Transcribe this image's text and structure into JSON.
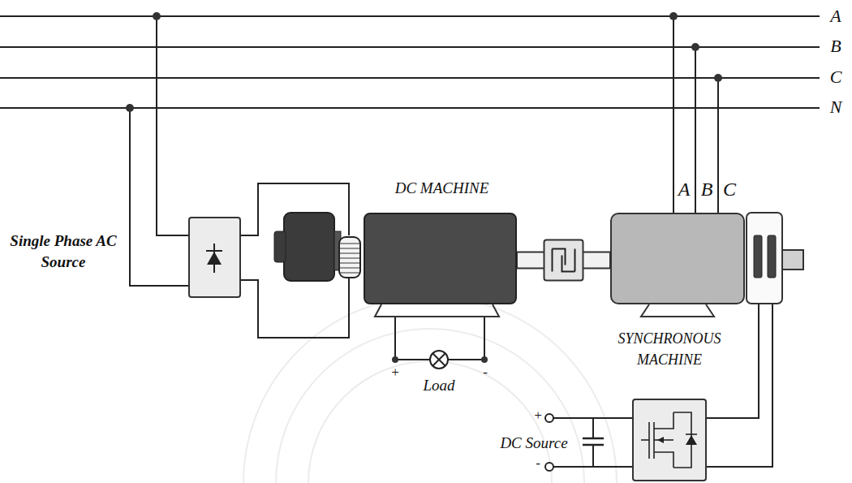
{
  "diagram": {
    "nodes": [
      {
        "text": [
          "DC MACHINE"
        ]
      },
      {
        "text": [
          "SYNCHRONOUS MACHINE"
        ]
      }
    ],
    "edges": [
      {
        "from": 0,
        "to": 1,
        "arrow": "none"
      }
    ],
    "labels": [
      "A",
      "B",
      "C",
      "N",
      "Single Phase AC Source",
      "A",
      "B",
      "C",
      "Load",
      "+",
      "-",
      "+",
      "-",
      "DC Source"
    ]
  }
}
